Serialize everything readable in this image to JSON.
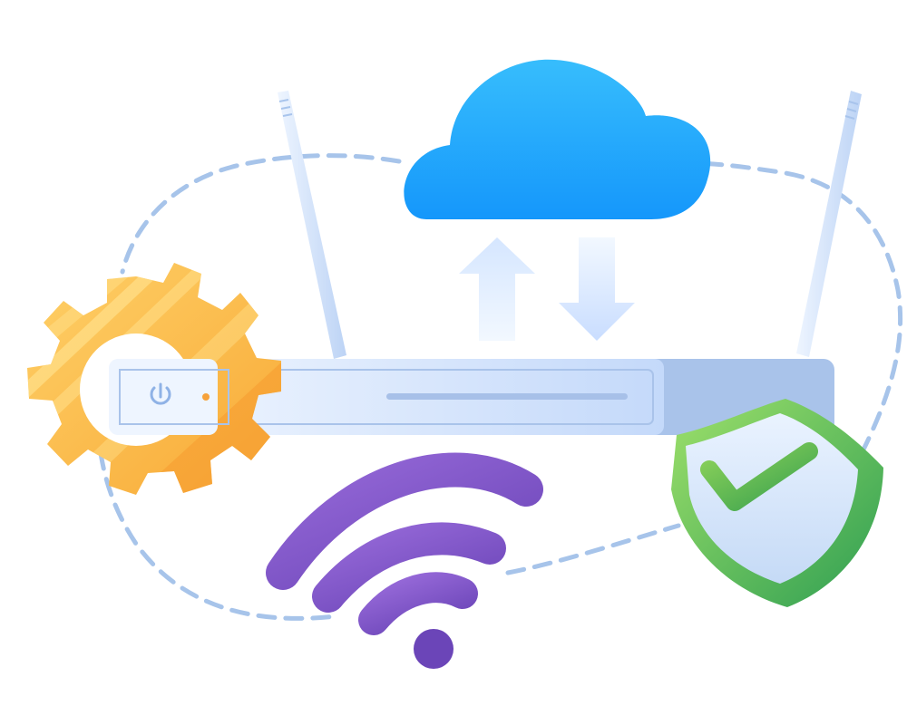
{
  "illustration": {
    "subject": "router-network-connectivity",
    "elements": [
      {
        "name": "cloud-icon",
        "color": "#1ea7ff"
      },
      {
        "name": "upload-arrow-icon",
        "color": "#dbe9ff"
      },
      {
        "name": "download-arrow-icon",
        "color": "#dbe9ff"
      },
      {
        "name": "router-icon",
        "color": "#cfe0fb"
      },
      {
        "name": "antenna-left",
        "color": "#d6e6fb"
      },
      {
        "name": "antenna-right",
        "color": "#d6e6fb"
      },
      {
        "name": "power-icon",
        "color": "#8fb2e6"
      },
      {
        "name": "gear-icon",
        "color": "#fbb84a"
      },
      {
        "name": "wifi-icon",
        "color": "#7e56c6"
      },
      {
        "name": "shield-check-icon",
        "color": "#3fb25a"
      },
      {
        "name": "dashed-connection-loop",
        "color": "#a7c4ea"
      }
    ],
    "status_lights": [
      "#f6a23b",
      "#38c07a",
      "#1f9bff"
    ]
  }
}
